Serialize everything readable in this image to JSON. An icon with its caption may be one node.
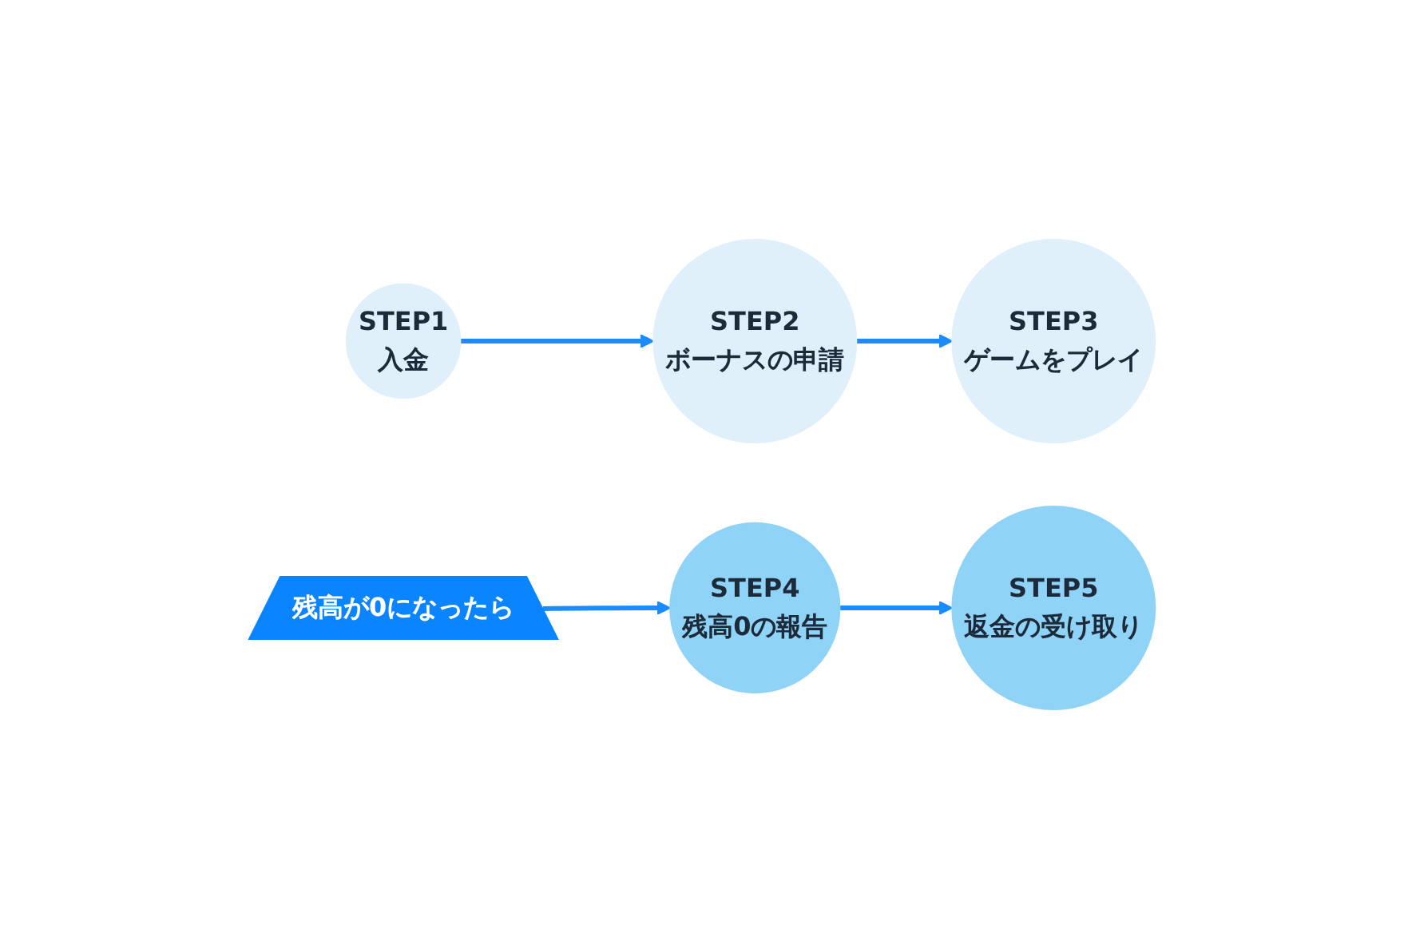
{
  "diagram": {
    "nodes": [
      {
        "text": [
          "STEP1",
          "入金"
        ]
      },
      {
        "text": [
          "STEP2",
          "ボーナスの申請"
        ]
      },
      {
        "text": [
          "STEP3",
          "ゲームをプレイ"
        ]
      },
      {
        "text": [
          "残高が0になったら"
        ]
      },
      {
        "text": [
          "STEP4",
          "残高0の報告"
        ]
      },
      {
        "text": [
          "STEP5",
          "返金の受け取り"
        ]
      }
    ],
    "edges": [
      {
        "from": 0,
        "to": 1,
        "arrow": "to"
      },
      {
        "from": 1,
        "to": 2,
        "arrow": "to"
      },
      {
        "from": 3,
        "to": 4,
        "arrow": "to"
      },
      {
        "from": 4,
        "to": 5,
        "arrow": "to"
      }
    ]
  }
}
